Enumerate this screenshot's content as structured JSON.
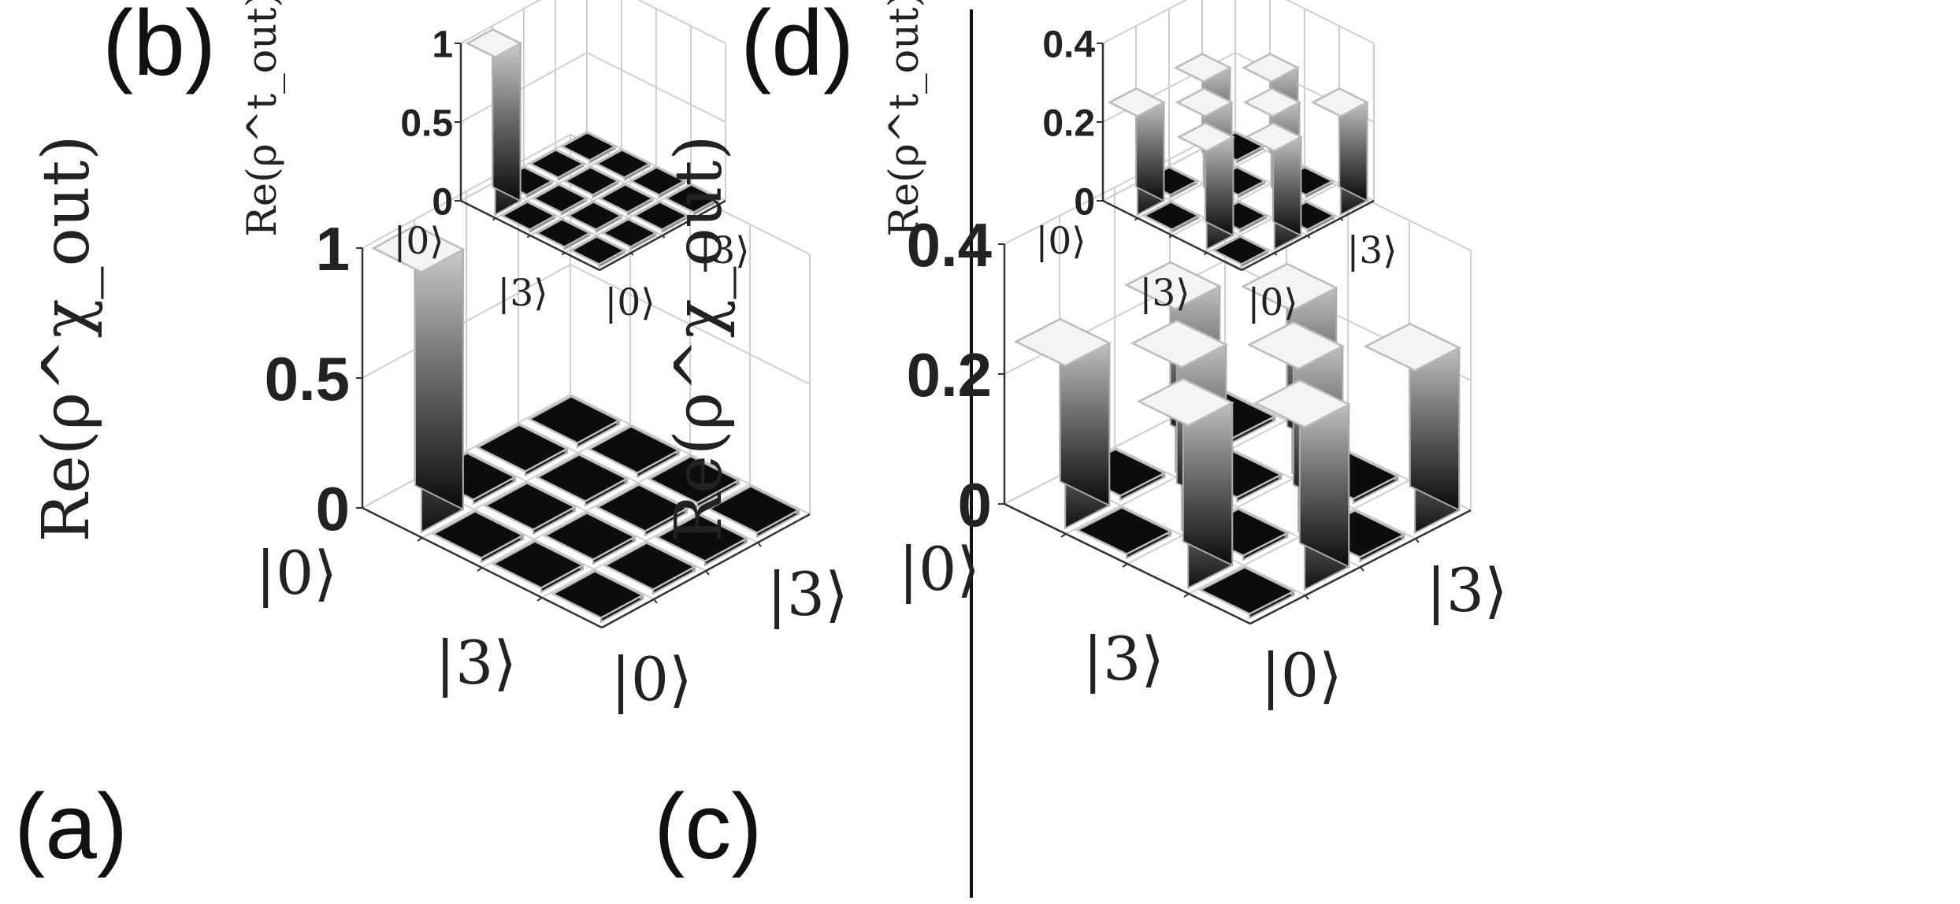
{
  "figure": {
    "divider": true
  },
  "chart_data": [
    {
      "panel": "(a)",
      "type": "bar3d",
      "ylabel": "Re(ρ^χ_out)",
      "row_labels": [
        "|0⟩",
        "|3⟩"
      ],
      "col_labels": [
        "|0⟩",
        "|3⟩"
      ],
      "zticks": [
        "0",
        "0.5",
        "1"
      ],
      "zlim": [
        0,
        1
      ],
      "grid": true,
      "matrix": [
        [
          1,
          0,
          0,
          0
        ],
        [
          0,
          0,
          0,
          0
        ],
        [
          0,
          0,
          0,
          0
        ],
        [
          0,
          0,
          0,
          0
        ]
      ]
    },
    {
      "panel": "(b)",
      "type": "bar3d",
      "ylabel": "Re(ρ^t_out)",
      "row_labels": [
        "|0⟩",
        "|3⟩"
      ],
      "col_labels": [
        "|0⟩",
        "|3⟩"
      ],
      "zticks": [
        "0",
        "0.5",
        "1"
      ],
      "zlim": [
        0,
        1
      ],
      "grid": true,
      "matrix": [
        [
          1,
          0,
          0,
          0
        ],
        [
          0,
          0,
          0,
          0
        ],
        [
          0,
          0,
          0,
          0
        ],
        [
          0,
          0,
          0,
          0
        ]
      ]
    },
    {
      "panel": "(c)",
      "type": "bar3d",
      "ylabel": "Re(ρ^χ_out)",
      "row_labels": [
        "|0⟩",
        "|3⟩"
      ],
      "col_labels": [
        "|0⟩",
        "|3⟩"
      ],
      "zticks": [
        "0",
        "0.2",
        "0.4"
      ],
      "zlim": [
        0,
        0.4
      ],
      "grid": true,
      "matrix": [
        [
          0.25,
          0,
          0.25,
          0
        ],
        [
          0,
          0.25,
          0,
          0.25
        ],
        [
          0.25,
          0,
          0.25,
          0
        ],
        [
          0,
          0.25,
          0,
          0.25
        ]
      ]
    },
    {
      "panel": "(d)",
      "type": "bar3d",
      "ylabel": "Re(ρ^t_out)",
      "row_labels": [
        "|0⟩",
        "|3⟩"
      ],
      "col_labels": [
        "|0⟩",
        "|3⟩"
      ],
      "zticks": [
        "0",
        "0.2",
        "0.4"
      ],
      "zlim": [
        0,
        0.4
      ],
      "grid": true,
      "matrix": [
        [
          0.25,
          0,
          0.25,
          0
        ],
        [
          0,
          0.25,
          0,
          0.25
        ],
        [
          0.25,
          0,
          0.25,
          0
        ],
        [
          0,
          0.25,
          0,
          0.25
        ]
      ]
    }
  ]
}
